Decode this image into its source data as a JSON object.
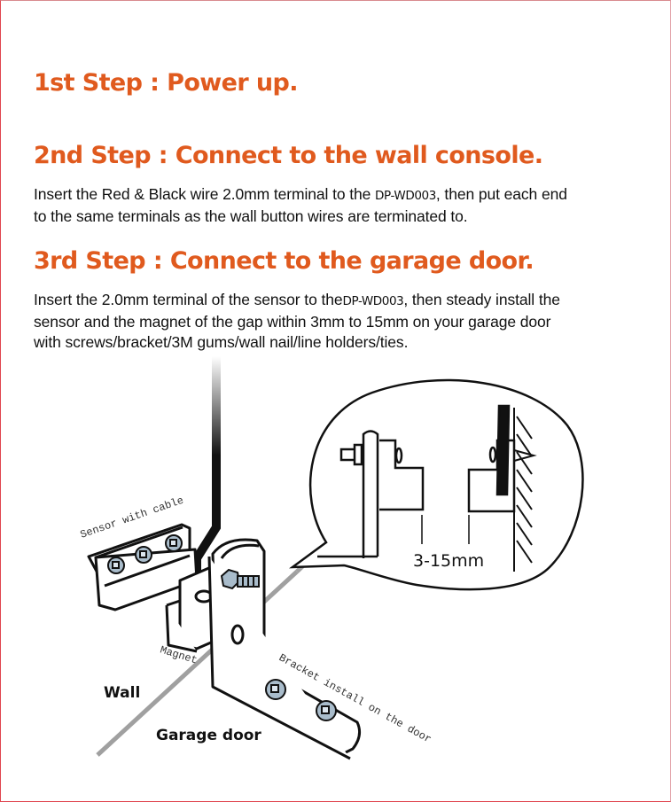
{
  "steps": [
    {
      "heading": "1st Step : Power up."
    },
    {
      "heading": "2nd Step : Connect to the wall console.",
      "text_line1_before": "Insert the Red & Black wire 2.0mm terminal to the ",
      "model": "DP-WD003",
      "text_line1_after": ", then put each end",
      "text_line2": "to the same terminals as the wall button wires are terminated to."
    },
    {
      "heading": "3rd Step : Connect to the garage door.",
      "text_line1_before": "Insert the 2.0mm terminal of the sensor to the",
      "model": "DP-WD003",
      "text_line1_after": ", then steady install the",
      "text_line2": "sensor and the magnet of the gap within 3mm to 15mm on your garage door",
      "text_line3": "with screws/bracket/3M gums/wall nail/line holders/ties."
    }
  ],
  "diagram": {
    "labels": {
      "sensor": "Sensor with cable",
      "magnet": "Magnet",
      "bracket": "Bracket install on the door",
      "wall": "Wall",
      "garage_door": "Garage door",
      "gap": "3-15mm"
    },
    "colors": {
      "heading": "#e05a1e",
      "screw": "#a9bccb",
      "floor_line": "#a0a0a0",
      "border": "#e0454f"
    }
  }
}
